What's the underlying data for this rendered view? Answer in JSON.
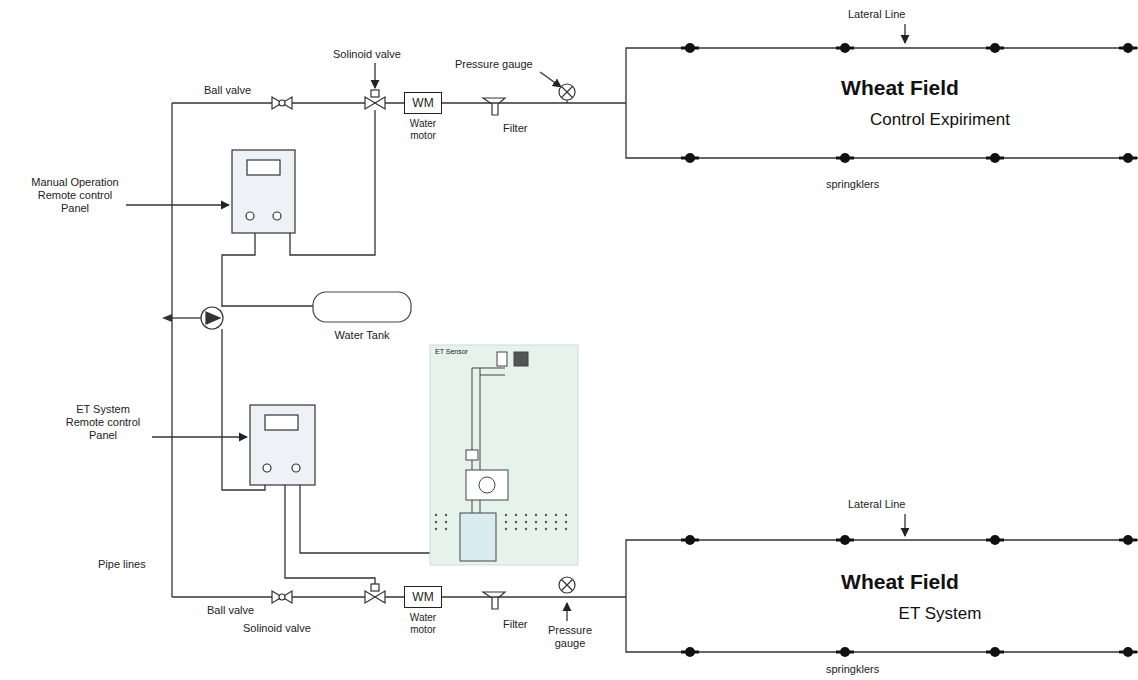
{
  "diagram": {
    "nodes": [
      {
        "text": [
          "WM",
          "Water motor"
        ]
      },
      {
        "text": [
          "Wheat Field",
          "Control Expiriment"
        ]
      },
      {
        "text": [
          "Water Tank"
        ]
      },
      {
        "text": [
          "WM",
          "Water motor"
        ]
      },
      {
        "text": [
          "Wheat Field",
          "ET System"
        ]
      }
    ],
    "edges": [
      {
        "from": 0,
        "to": 1,
        "arrow": "none"
      },
      {
        "from": 3,
        "to": 4,
        "arrow": "none"
      }
    ],
    "labels": [
      "Lateral Line",
      "springklers",
      "Solinoid valve",
      "Pressure gauge",
      "Ball valve",
      "Manual Operation Remote control Panel",
      "ET Sensor",
      "ET System Remote control Panel",
      "Pipe lines",
      "Lateral Line",
      "springklers",
      "Ball valve",
      "Solinoid valve",
      "Filter",
      "Filter",
      "Pressure gauge"
    ]
  }
}
